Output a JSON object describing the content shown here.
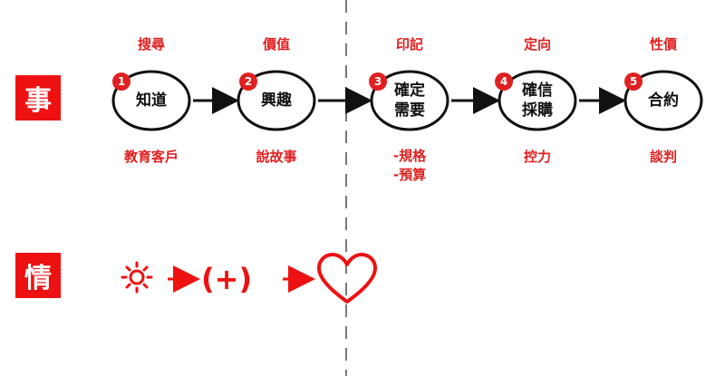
{
  "rows": {
    "event": "事",
    "emotion": "情"
  },
  "stages": [
    {
      "num": "1",
      "top": "搜尋",
      "node": [
        "知道"
      ],
      "bottom": [
        "教育客戶"
      ]
    },
    {
      "num": "2",
      "top": "價值",
      "node": [
        "興趣"
      ],
      "bottom": [
        "說故事"
      ]
    },
    {
      "num": "3",
      "top": "印記",
      "node": [
        "確定",
        "需要"
      ],
      "bottom": [
        "-規格",
        "-預算"
      ]
    },
    {
      "num": "4",
      "top": "定向",
      "node": [
        "確信",
        "採購"
      ],
      "bottom": [
        "控力"
      ]
    },
    {
      "num": "5",
      "top": "性價",
      "node": [
        "合約"
      ],
      "bottom": [
        "談判"
      ]
    }
  ],
  "emotion_flow": {
    "icons": [
      "sun-icon",
      "heart-icon"
    ],
    "plus": "(+)"
  },
  "colors": {
    "accent": "#e02020",
    "tag_bg": "#ee1111",
    "node_stroke": "#111111",
    "divider": "#777777"
  }
}
